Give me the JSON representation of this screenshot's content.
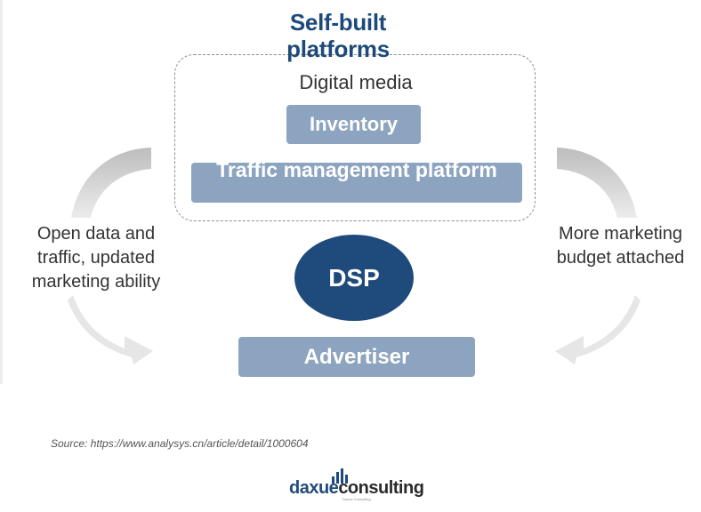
{
  "diagram": {
    "title": "Self-built platforms",
    "container_label": "Digital media",
    "inventory": "Inventory",
    "traffic_platform": "Traffic management platform",
    "center_node": "DSP",
    "bottom_node": "Advertiser",
    "left_flow_label": "Open data and traffic, updated marketing ability",
    "right_flow_label": "More marketing budget attached"
  },
  "footer": {
    "source": "Source: https://www.analysys.cn/article/detail/1000604",
    "logo_part1": "daxue",
    "logo_part2": "consulting",
    "logo_tagline": "Daxue Consulting"
  },
  "colors": {
    "title": "#1e4a7a",
    "node_dark": "#1f4a7c",
    "node_light": "#8da4c0",
    "arrow": "#d6d6d6"
  },
  "icons": [
    "curved-arrow-left-icon",
    "curved-arrow-right-icon",
    "bar-chart-icon"
  ]
}
